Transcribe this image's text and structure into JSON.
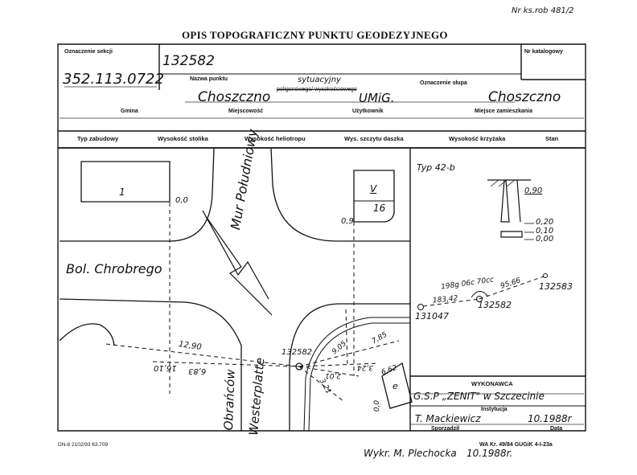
{
  "doc": {
    "top_ref": "Nr ks.rob 481/2",
    "title": "OPIS TOPOGRAFICZNY PUNKTU GEODEZYJNEGO",
    "section_label": "Oznaczenie sekcji",
    "section_value": "352.113.0722",
    "point_number": "132582",
    "catalog_label": "Nr katalogowy",
    "point_name_label": "Nazwa punktu",
    "point_type_top": "sytuacyjny",
    "point_type_struck": "poligonowego/ wysokościowego",
    "pillar_label": "Oznaczenie słupa",
    "gmina_value": "Choszczno",
    "user_value": "UMiG.",
    "residence_value": "Choszczno",
    "gmina_label": "Gmina",
    "locality_label": "Miejscowość",
    "user_label": "Użytkownik",
    "residence_label": "Miejsce zamieszkania",
    "columns": [
      "Typ zabudowy",
      "Wysokość stolika",
      "Wysokość heliotropu",
      "Wys. szczytu daszka",
      "Wysokość krzyżaka",
      "Stan"
    ]
  },
  "sketch": {
    "building1": "1",
    "building_v": "V",
    "building16": "16",
    "offset_a": "0,0",
    "offset_b": "0,9",
    "street_south": "Mur Południowy",
    "street_west": "Bol. Chrobrego",
    "street_obr": "Obrańców",
    "street_west2": "Westerplatte",
    "dist_1290": "12,90",
    "dist_1610": "16,10",
    "dist_683": "6,83",
    "dist_905": "9,05",
    "dist_785": "7,85",
    "dist_662": "6,62",
    "dist_324": "3,24",
    "dist_321": "3,21",
    "dist_201": "2,01",
    "dist_00": "0,0",
    "point_main": "132582",
    "small_e": "e"
  },
  "marker": {
    "type": "Typ 42-b",
    "depth_top": "0,90",
    "depth_20": "0,20",
    "depth_10": "0,10",
    "depth_00": "0,00"
  },
  "traverse": {
    "angle": "198g 06c 70cc",
    "left_dist": "183,42",
    "right_dist": "95,66",
    "right_point": "132583",
    "center_point": "132582",
    "left_point": "131047"
  },
  "footer": {
    "contractor_label": "WYKONAWCA",
    "contractor_value": "G.S.P „ZENIT\" w Szczecinie",
    "institution_label": "Instytucja",
    "author_value": "T. Mackiewicz",
    "author_date": "10.1988r",
    "prepared_label": "Sporządził",
    "date_label": "Data",
    "form_code_left": "DN-8 2102/93 63.709",
    "form_code_right": "WA Kr. 49/84 GUGiK 4-I-23a",
    "drawn_by": "Wykr. M. Plechocka",
    "drawn_date": "10.1988r."
  }
}
